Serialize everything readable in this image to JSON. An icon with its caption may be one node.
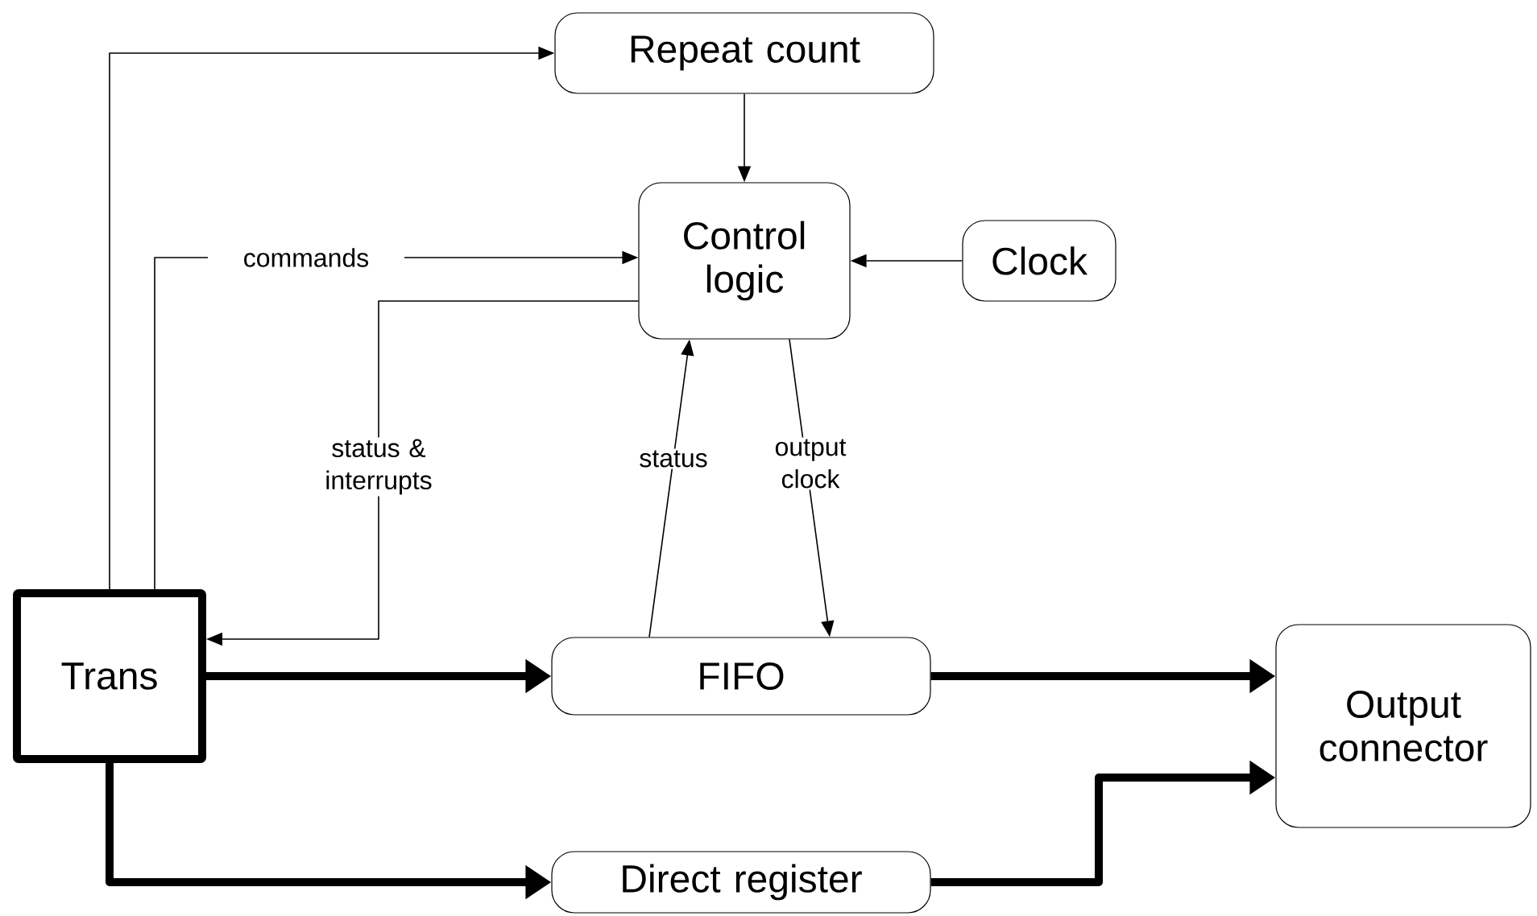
{
  "diagram": {
    "nodes": [
      {
        "text": [
          "Repeat count"
        ]
      },
      {
        "text": [
          "Control logic"
        ]
      },
      {
        "text": [
          "Clock"
        ]
      },
      {
        "text": [
          "Trans"
        ]
      },
      {
        "text": [
          "FIFO"
        ]
      },
      {
        "text": [
          "Output connector"
        ]
      },
      {
        "text": [
          "Direct register"
        ]
      }
    ],
    "edges": [
      {
        "from": 3,
        "to": 0,
        "arrow": "to"
      },
      {
        "from": 0,
        "to": 1,
        "arrow": "to"
      },
      {
        "from": 3,
        "to": 1,
        "arrow": "to",
        "label": "commands"
      },
      {
        "from": 1,
        "to": 3,
        "arrow": "to",
        "label": "status & interrupts"
      },
      {
        "from": 2,
        "to": 1,
        "arrow": "to"
      },
      {
        "from": 4,
        "to": 1,
        "arrow": "to",
        "label": "status"
      },
      {
        "from": 1,
        "to": 4,
        "arrow": "to",
        "label": "output clock"
      },
      {
        "from": 3,
        "to": 4,
        "arrow": "to",
        "style": "thick"
      },
      {
        "from": 4,
        "to": 5,
        "arrow": "to",
        "style": "thick"
      },
      {
        "from": 3,
        "to": 6,
        "arrow": "to",
        "style": "thick"
      },
      {
        "from": 6,
        "to": 5,
        "arrow": "to",
        "style": "thick"
      }
    ]
  }
}
